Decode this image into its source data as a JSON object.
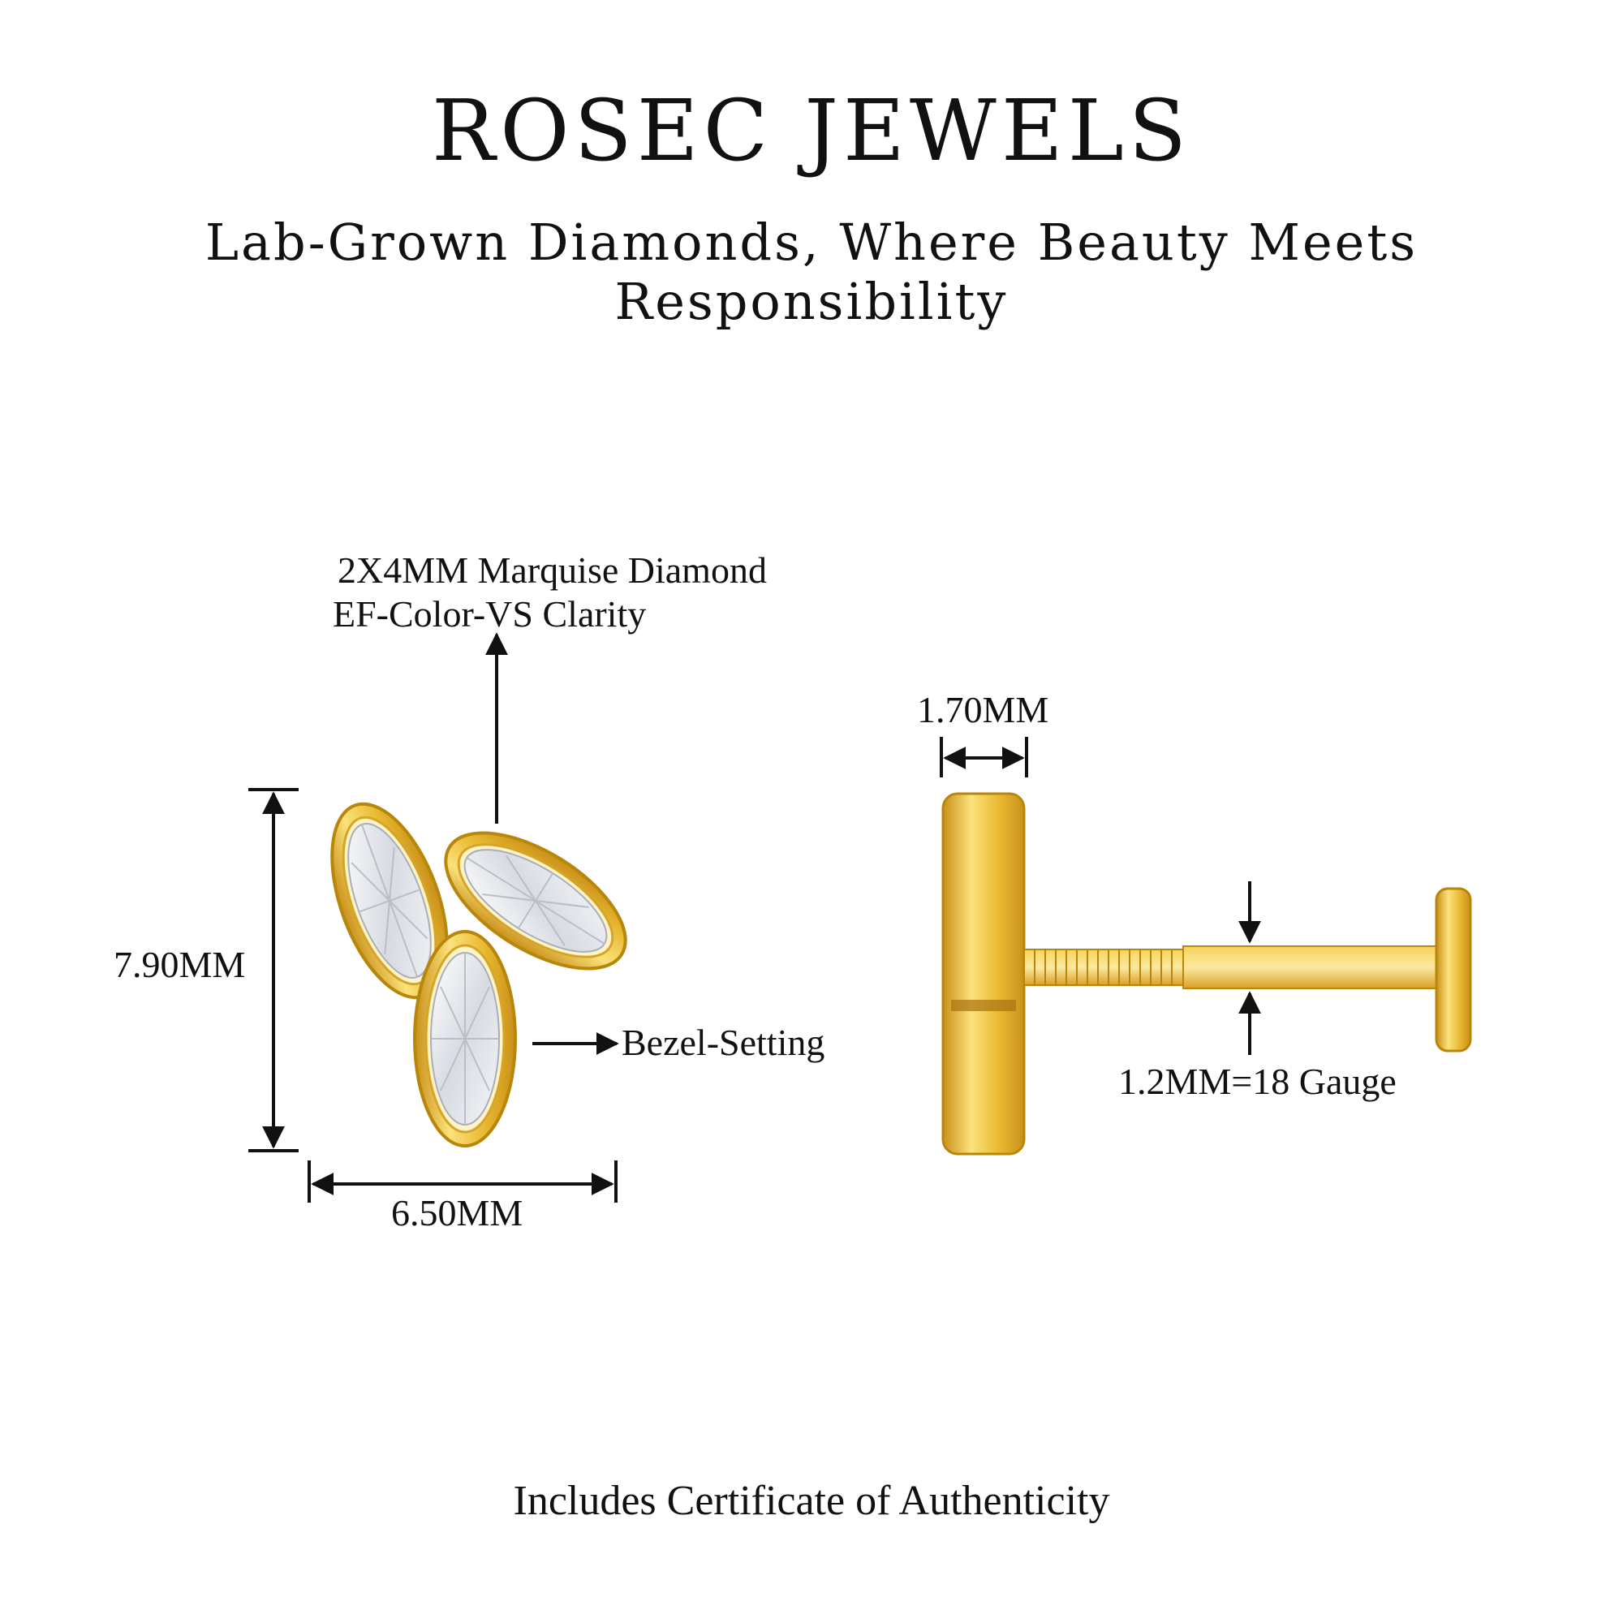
{
  "brand": {
    "title": "ROSEC JEWELS",
    "tagline": "Lab-Grown Diamonds, Where Beauty Meets Responsibility"
  },
  "front_view": {
    "stone_line1": "2X4MM Marquise Diamond",
    "stone_line2": "EF-Color-VS Clarity",
    "height": "7.90MM",
    "width": "6.50MM",
    "setting": "Bezel-Setting"
  },
  "side_view": {
    "top_thickness": "1.70MM",
    "gauge": "1.2MM=18 Gauge"
  },
  "footer": "Includes Certificate of Authenticity",
  "colors": {
    "gold": "#e8b830",
    "gold_light": "#fbe27a",
    "gold_dark": "#c9901a",
    "diamond": "#eef0f4",
    "ink": "#111111"
  }
}
